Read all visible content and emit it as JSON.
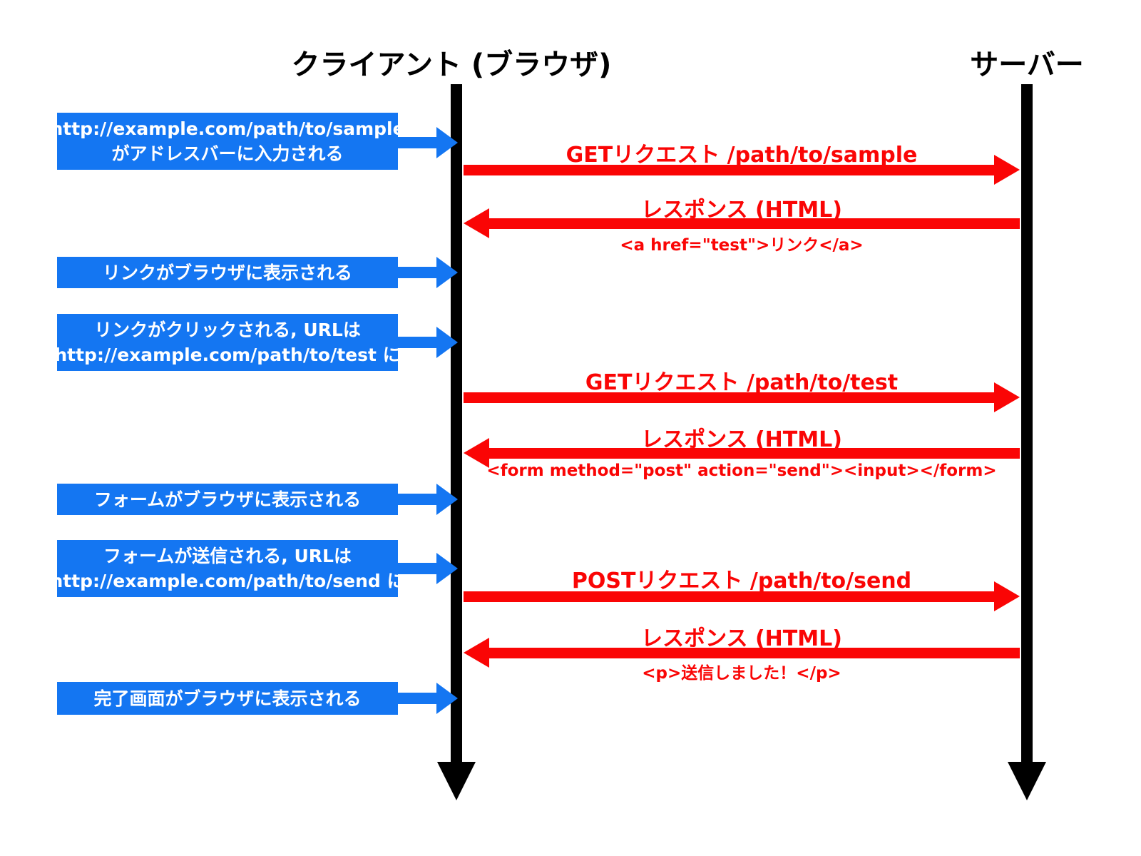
{
  "diagram": {
    "client_title": "クライアント (ブラウザ)",
    "server_title": "サーバー",
    "client_notes": [
      {
        "line1": "http://example.com/path/to/sample",
        "line2": "がアドレスバーに入力される"
      },
      {
        "line1": "リンクがブラウザに表示される",
        "line2": ""
      },
      {
        "line1": "リンクがクリックされる, URLは",
        "line2": "http://example.com/path/to/test に"
      },
      {
        "line1": "フォームがブラウザに表示される",
        "line2": ""
      },
      {
        "line1": "フォームが送信される, URLは",
        "line2": "http://example.com/path/to/send に"
      },
      {
        "line1": "完了画面がブラウザに表示される",
        "line2": ""
      }
    ],
    "messages": [
      {
        "label": "GETリクエスト /path/to/sample",
        "direction": "client-to-server",
        "code": ""
      },
      {
        "label": "レスポンス (HTML)",
        "direction": "server-to-client",
        "code": "<a href=\"test\">リンク</a>"
      },
      {
        "label": "GETリクエスト /path/to/test",
        "direction": "client-to-server",
        "code": ""
      },
      {
        "label": "レスポンス (HTML)",
        "direction": "server-to-client",
        "code": "<form method=\"post\" action=\"send\"><input></form>"
      },
      {
        "label": "POSTリクエスト /path/to/send",
        "direction": "client-to-server",
        "code": ""
      },
      {
        "label": "レスポンス (HTML)",
        "direction": "server-to-client",
        "code": "<p>送信しました！</p>"
      }
    ],
    "colors": {
      "accent_blue": "#1476f2",
      "accent_red": "#fa0505",
      "lifeline_black": "#000000"
    }
  }
}
